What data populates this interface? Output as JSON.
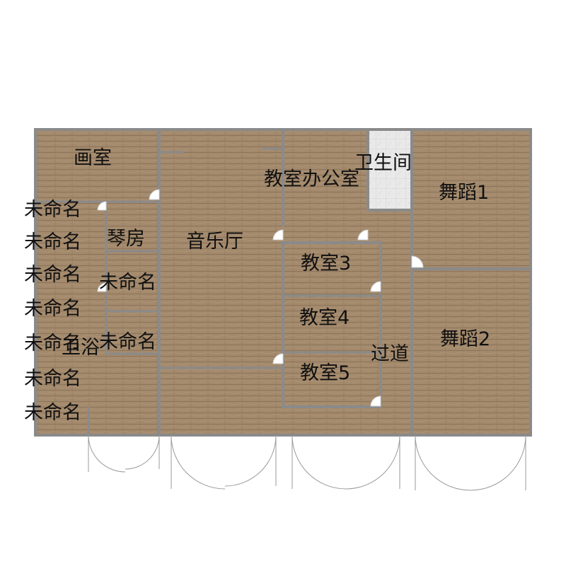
{
  "colors": {
    "floor": "#a48a6d",
    "floor_line": "#8c7459",
    "tile": "#e7e7e7",
    "tile_line": "#c9c9c9",
    "wall": "#8a8a8a",
    "background": "#ffffff"
  },
  "rooms": {
    "painting": "画室",
    "piano": "琴房",
    "music_hall": "音乐厅",
    "teacher_office": "教室办公室",
    "restroom": "卫生间",
    "dance1": "舞蹈1",
    "classroom3": "教室3",
    "classroom4": "教室4",
    "classroom5": "教室5",
    "corridor": "过道",
    "dance2": "舞蹈2",
    "unnamed_mid1": "未命名",
    "unnamed_mid2": "未命名",
    "hidden_under": "卫浴"
  },
  "left_labels": [
    "未命名",
    "未命名",
    "未命名",
    "未命名",
    "未命名",
    "未命名",
    "未命名"
  ]
}
